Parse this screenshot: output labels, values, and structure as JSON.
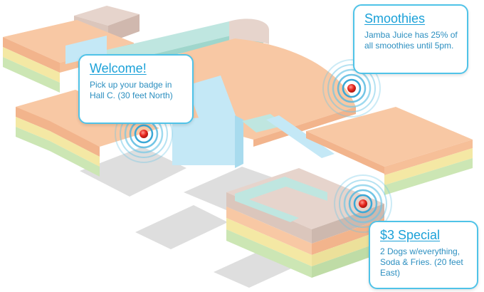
{
  "callouts": {
    "welcome": {
      "title": "Welcome!",
      "body": "Pick up your badge in Hall C. (30 feet North)"
    },
    "smoothies": {
      "title": "Smoothies",
      "body": "Jamba Juice has 25% of all smoothies until 5pm."
    },
    "special": {
      "title": "$3 Special",
      "body": "2 Dogs w/everything, Soda & Fries. (20 feet East)"
    }
  },
  "colors": {
    "accent": "#4fc3e8",
    "beacon": "#e8271e",
    "pulse": "#6cc6e6",
    "floor_orange": "#f8c8a4",
    "floor_yellow": "#f4e8a4",
    "floor_green": "#cce6b4",
    "walkway_teal": "#bfe6e0",
    "walkway_blue": "#c4e8f6",
    "roof_mauve": "#e6d4cc",
    "plaza_gray": "#dddddd"
  },
  "markers": [
    "welcome-beacon",
    "smoothies-beacon",
    "special-beacon"
  ]
}
